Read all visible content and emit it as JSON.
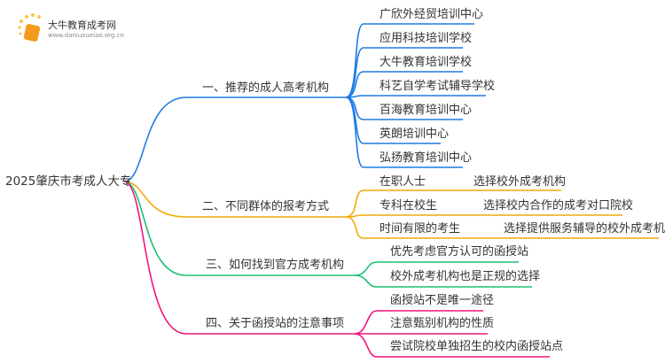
{
  "logo": {
    "title": "大牛教育成考网",
    "url": "www.daniuxueiao.org.cn"
  },
  "root": "2025肇庆市考成人大专",
  "colors": {
    "b1": "#1e7be6",
    "b2": "#f2a90b",
    "b3": "#1fc070",
    "b4": "#f0157e"
  },
  "branches": [
    {
      "label": "一、推荐的成人高考机构",
      "leaves": [
        "广欣外经贸培训中心",
        "应用科技培训学校",
        "大牛教育培训学校",
        "科艺自学考试辅导学校",
        "百海教育培训中心",
        "英朗培训中心",
        "弘扬教育培训中心"
      ]
    },
    {
      "label": "二、不同群体的报考方式",
      "leaves": [
        {
          "who": "在职人士",
          "how": "选择校外成考机构"
        },
        {
          "who": "专科在校生",
          "how": "选择校内合作的成考对口院校"
        },
        {
          "who": "时间有限的考生",
          "how": "选择提供服务辅导的校外成考机构"
        }
      ]
    },
    {
      "label": "三、如何找到官方成考机构",
      "leaves": [
        "优先考虑官方认可的函授站",
        "校外成考机构也是正规的选择"
      ]
    },
    {
      "label": "四、关于函授站的注意事项",
      "leaves": [
        "函授站不是唯一途径",
        "注意甄别机构的性质",
        "尝试院校单独招生的校内函授站点"
      ]
    }
  ]
}
